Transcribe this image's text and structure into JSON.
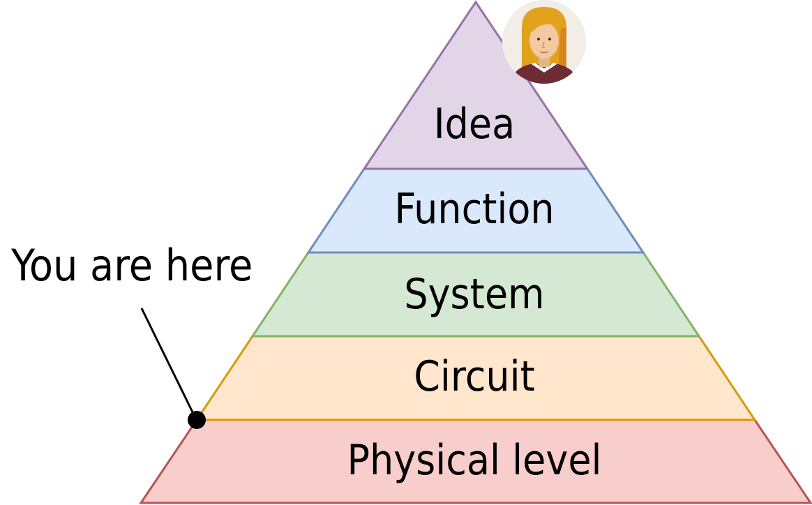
{
  "pyramid": {
    "layers": [
      {
        "id": "idea",
        "label": "Idea",
        "fill": "#e1d5e7",
        "stroke": "#9673a6"
      },
      {
        "id": "function",
        "label": "Function",
        "fill": "#dae8fc",
        "stroke": "#6c8ebf"
      },
      {
        "id": "system",
        "label": "System",
        "fill": "#d5e8d4",
        "stroke": "#82b366"
      },
      {
        "id": "circuit",
        "label": "Circuit",
        "fill": "#ffe6cc",
        "stroke": "#d79b00"
      },
      {
        "id": "physical",
        "label": "Physical level",
        "fill": "#f8cecc",
        "stroke": "#b85450"
      }
    ]
  },
  "marker": {
    "label": "You are here",
    "color": "#000000"
  },
  "avatar": {
    "icon": "user-avatar-icon",
    "hair_color": "#e3a21b",
    "skin_color": "#f2c9a0",
    "shirt_color": "#6b2c33",
    "background_color": "#f2ede6"
  }
}
